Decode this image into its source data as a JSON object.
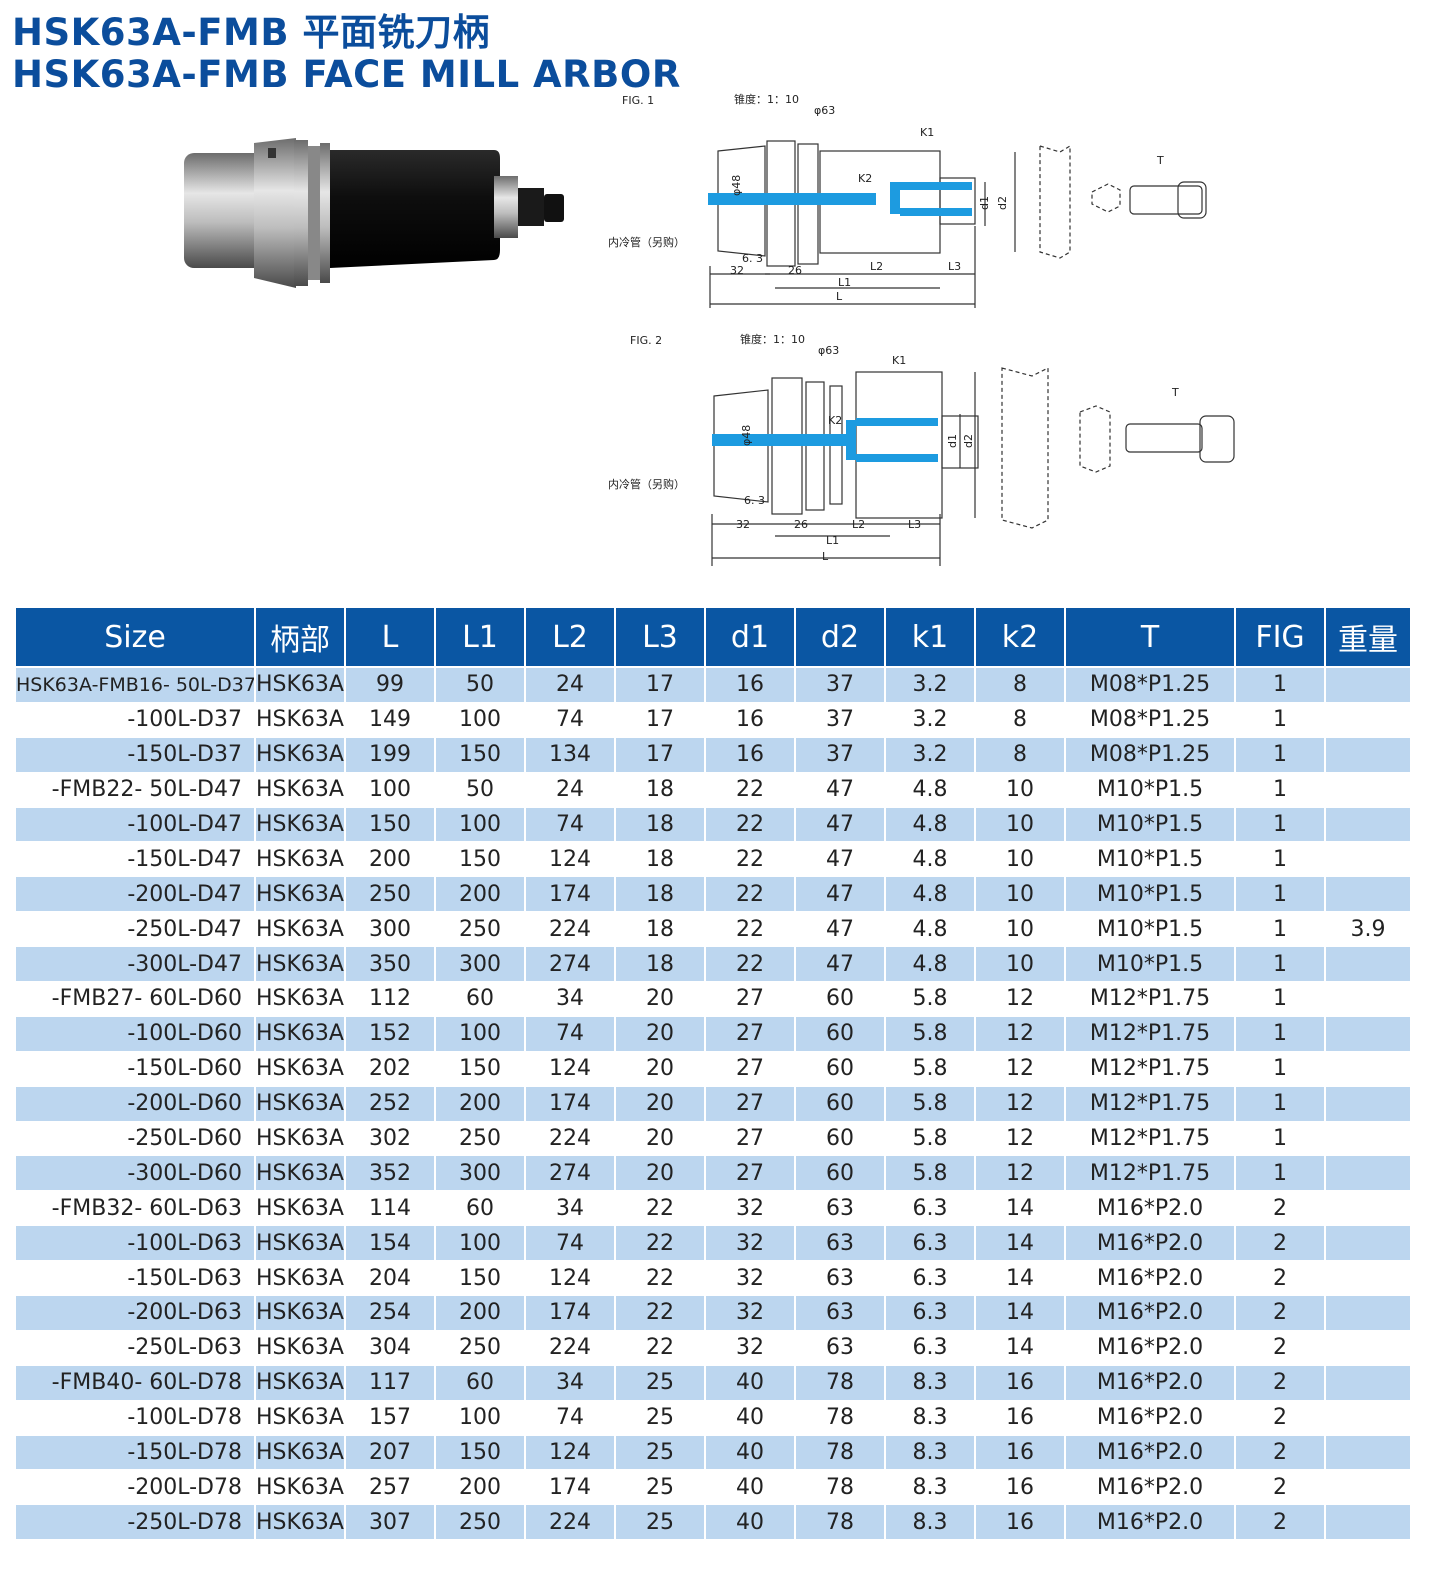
{
  "header": {
    "title_cn": "HSK63A-FMB 平面铣刀柄",
    "title_en": "HSK63A-FMB FACE MILL ARBOR"
  },
  "figures": {
    "fig1": {
      "label": "FIG. 1",
      "taper": "锥度：1：10",
      "phi63": "φ63",
      "phi48": "φ48",
      "coolant": "内冷管（另购）",
      "dims": [
        "6. 3",
        "32",
        "26",
        "L1",
        "L2",
        "L3",
        "L",
        "K1",
        "K2",
        "d1",
        "d2",
        "T"
      ]
    },
    "fig2": {
      "label": "FIG. 2",
      "taper": "锥度：1：10",
      "phi63": "φ63",
      "phi48": "φ48",
      "coolant": "内冷管（另购）",
      "dims": [
        "6. 3",
        "32",
        "26",
        "L2",
        "L1",
        "L3",
        "L",
        "K1",
        "K2",
        "d1",
        "d2",
        "T"
      ]
    }
  },
  "colors": {
    "brand_blue": "#0b4d9c",
    "header_blue": "#0a56a3",
    "row_blue": "#bcd6ef",
    "coolant_blue": "#1d9be0"
  },
  "table": {
    "headers": [
      "Size",
      "柄部",
      "L",
      "L1",
      "L2",
      "L3",
      "d1",
      "d2",
      "k1",
      "k2",
      "T",
      "FIG",
      "重量"
    ],
    "rows": [
      [
        "HSK63A-FMB16- 50L-D37",
        "HSK63A",
        "99",
        "50",
        "24",
        "17",
        "16",
        "37",
        "3.2",
        "8",
        "M08*P1.25",
        "1",
        ""
      ],
      [
        "-100L-D37",
        "HSK63A",
        "149",
        "100",
        "74",
        "17",
        "16",
        "37",
        "3.2",
        "8",
        "M08*P1.25",
        "1",
        ""
      ],
      [
        "-150L-D37",
        "HSK63A",
        "199",
        "150",
        "134",
        "17",
        "16",
        "37",
        "3.2",
        "8",
        "M08*P1.25",
        "1",
        ""
      ],
      [
        "-FMB22- 50L-D47",
        "HSK63A",
        "100",
        "50",
        "24",
        "18",
        "22",
        "47",
        "4.8",
        "10",
        "M10*P1.5",
        "1",
        ""
      ],
      [
        "-100L-D47",
        "HSK63A",
        "150",
        "100",
        "74",
        "18",
        "22",
        "47",
        "4.8",
        "10",
        "M10*P1.5",
        "1",
        ""
      ],
      [
        "-150L-D47",
        "HSK63A",
        "200",
        "150",
        "124",
        "18",
        "22",
        "47",
        "4.8",
        "10",
        "M10*P1.5",
        "1",
        ""
      ],
      [
        "-200L-D47",
        "HSK63A",
        "250",
        "200",
        "174",
        "18",
        "22",
        "47",
        "4.8",
        "10",
        "M10*P1.5",
        "1",
        ""
      ],
      [
        "-250L-D47",
        "HSK63A",
        "300",
        "250",
        "224",
        "18",
        "22",
        "47",
        "4.8",
        "10",
        "M10*P1.5",
        "1",
        "3.9"
      ],
      [
        "-300L-D47",
        "HSK63A",
        "350",
        "300",
        "274",
        "18",
        "22",
        "47",
        "4.8",
        "10",
        "M10*P1.5",
        "1",
        ""
      ],
      [
        "-FMB27- 60L-D60",
        "HSK63A",
        "112",
        "60",
        "34",
        "20",
        "27",
        "60",
        "5.8",
        "12",
        "M12*P1.75",
        "1",
        ""
      ],
      [
        "-100L-D60",
        "HSK63A",
        "152",
        "100",
        "74",
        "20",
        "27",
        "60",
        "5.8",
        "12",
        "M12*P1.75",
        "1",
        ""
      ],
      [
        "-150L-D60",
        "HSK63A",
        "202",
        "150",
        "124",
        "20",
        "27",
        "60",
        "5.8",
        "12",
        "M12*P1.75",
        "1",
        ""
      ],
      [
        "-200L-D60",
        "HSK63A",
        "252",
        "200",
        "174",
        "20",
        "27",
        "60",
        "5.8",
        "12",
        "M12*P1.75",
        "1",
        ""
      ],
      [
        "-250L-D60",
        "HSK63A",
        "302",
        "250",
        "224",
        "20",
        "27",
        "60",
        "5.8",
        "12",
        "M12*P1.75",
        "1",
        ""
      ],
      [
        "-300L-D60",
        "HSK63A",
        "352",
        "300",
        "274",
        "20",
        "27",
        "60",
        "5.8",
        "12",
        "M12*P1.75",
        "1",
        ""
      ],
      [
        "-FMB32- 60L-D63",
        "HSK63A",
        "114",
        "60",
        "34",
        "22",
        "32",
        "63",
        "6.3",
        "14",
        "M16*P2.0",
        "2",
        ""
      ],
      [
        "-100L-D63",
        "HSK63A",
        "154",
        "100",
        "74",
        "22",
        "32",
        "63",
        "6.3",
        "14",
        "M16*P2.0",
        "2",
        ""
      ],
      [
        "-150L-D63",
        "HSK63A",
        "204",
        "150",
        "124",
        "22",
        "32",
        "63",
        "6.3",
        "14",
        "M16*P2.0",
        "2",
        ""
      ],
      [
        "-200L-D63",
        "HSK63A",
        "254",
        "200",
        "174",
        "22",
        "32",
        "63",
        "6.3",
        "14",
        "M16*P2.0",
        "2",
        ""
      ],
      [
        "-250L-D63",
        "HSK63A",
        "304",
        "250",
        "224",
        "22",
        "32",
        "63",
        "6.3",
        "14",
        "M16*P2.0",
        "2",
        ""
      ],
      [
        "-FMB40- 60L-D78",
        "HSK63A",
        "117",
        "60",
        "34",
        "25",
        "40",
        "78",
        "8.3",
        "16",
        "M16*P2.0",
        "2",
        ""
      ],
      [
        "-100L-D78",
        "HSK63A",
        "157",
        "100",
        "74",
        "25",
        "40",
        "78",
        "8.3",
        "16",
        "M16*P2.0",
        "2",
        ""
      ],
      [
        "-150L-D78",
        "HSK63A",
        "207",
        "150",
        "124",
        "25",
        "40",
        "78",
        "8.3",
        "16",
        "M16*P2.0",
        "2",
        ""
      ],
      [
        "-200L-D78",
        "HSK63A",
        "257",
        "200",
        "174",
        "25",
        "40",
        "78",
        "8.3",
        "16",
        "M16*P2.0",
        "2",
        ""
      ],
      [
        "-250L-D78",
        "HSK63A",
        "307",
        "250",
        "224",
        "25",
        "40",
        "78",
        "8.3",
        "16",
        "M16*P2.0",
        "2",
        ""
      ]
    ]
  }
}
